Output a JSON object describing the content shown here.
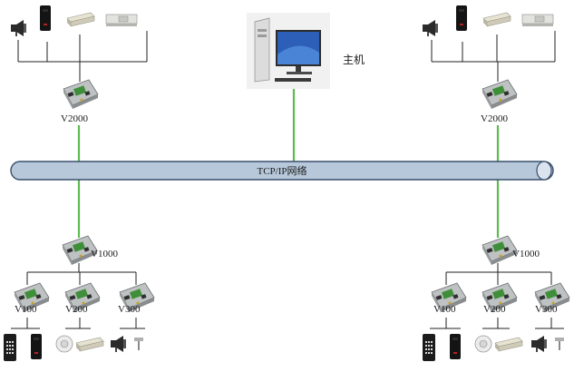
{
  "host": {
    "label": "主机"
  },
  "network": {
    "label": "TCP/IP网络"
  },
  "controllers": {
    "v2000_left": "V2000",
    "v2000_right": "V2000",
    "v1000_left": "V1000",
    "v1000_right": "V1000"
  },
  "sub_controllers": {
    "left": [
      "V100",
      "V200",
      "V300"
    ],
    "right": [
      "V100",
      "V200",
      "V300"
    ]
  },
  "colors": {
    "network_link": "#5dbb4f",
    "bus_fill": "#b7c8da",
    "bus_stroke": "#3a4f6a",
    "wire": "#222222"
  },
  "icons": {
    "controller": "controller-board-icon",
    "speaker": "speaker-icon",
    "card_reader": "card-reader-icon",
    "keypad": "keypad-reader-icon",
    "lock": "lock-icon",
    "strike": "electric-strike-icon",
    "button": "exit-button-icon",
    "host": "computer-host-icon"
  }
}
